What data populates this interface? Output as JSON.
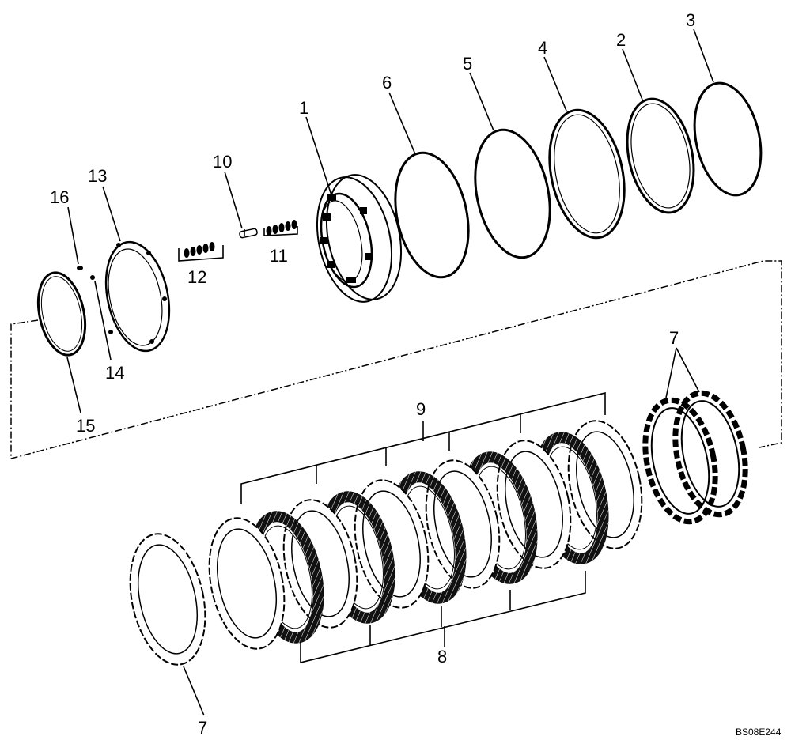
{
  "callouts": {
    "c1": "1",
    "c2": "2",
    "c3": "3",
    "c4": "4",
    "c5": "5",
    "c6": "6",
    "c7_top": "7",
    "c7_bottom": "7",
    "c8": "8",
    "c9": "9",
    "c10": "10",
    "c11": "11",
    "c12": "12",
    "c13": "13",
    "c14": "14",
    "c15": "15",
    "c16": "16"
  },
  "figure_id": "BS08E244"
}
